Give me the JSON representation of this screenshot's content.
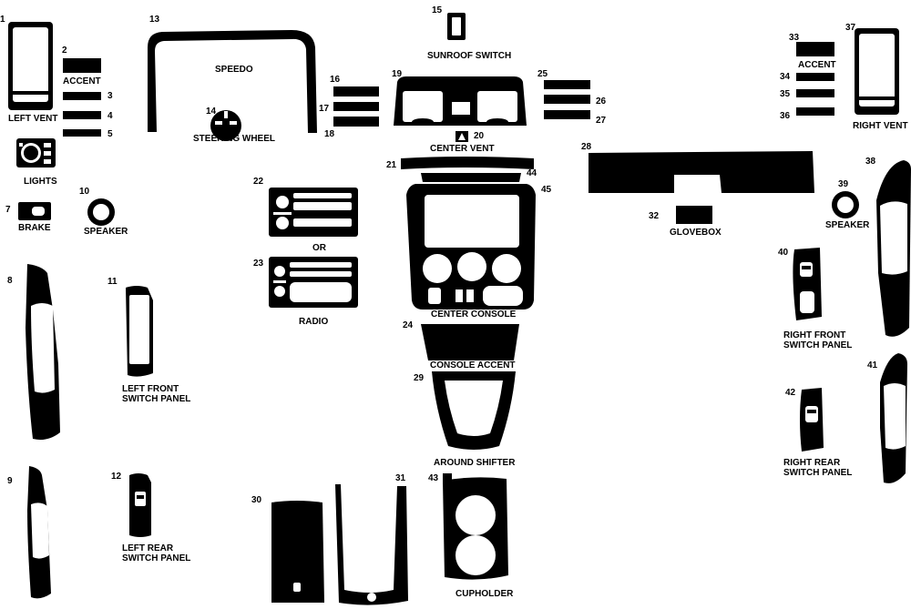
{
  "labels": {
    "left_vent": "LEFT VENT",
    "accent_left": "ACCENT",
    "lights": "LIGHTS",
    "brake": "BRAKE",
    "speaker_left": "SPEAKER",
    "speedo": "SPEEDO",
    "steering_wheel": "STEERING WHEEL",
    "sunroof_switch": "SUNROOF SWITCH",
    "center_vent": "CENTER VENT",
    "or": "OR",
    "radio": "RADIO",
    "center_console": "CENTER CONSOLE",
    "console_accent": "CONSOLE ACCENT",
    "around_shifter": "AROUND SHIFTER",
    "cupholder": "CUPHOLDER",
    "glovebox": "GLOVEBOX",
    "accent_right": "ACCENT",
    "right_vent": "RIGHT VENT",
    "speaker_right": "SPEAKER",
    "left_front_switch_1": "LEFT FRONT",
    "left_front_switch_2": "SWITCH PANEL",
    "left_rear_switch_1": "LEFT REAR",
    "left_rear_switch_2": "SWITCH PANEL",
    "right_front_switch_1": "RIGHT FRONT",
    "right_front_switch_2": "SWITCH PANEL",
    "right_rear_switch_1": "RIGHT REAR",
    "right_rear_switch_2": "SWITCH PANEL"
  },
  "parts": {
    "p1": "1",
    "p2": "2",
    "p3": "3",
    "p4": "4",
    "p5": "5",
    "p7": "7",
    "p8": "8",
    "p9": "9",
    "p10": "10",
    "p11": "11",
    "p12": "12",
    "p13": "13",
    "p14": "14",
    "p15": "15",
    "p16": "16",
    "p17": "17",
    "p18": "18",
    "p19": "19",
    "p20": "20",
    "p21": "21",
    "p22": "22",
    "p23": "23",
    "p24": "24",
    "p25": "25",
    "p26": "26",
    "p27": "27",
    "p28": "28",
    "p29": "29",
    "p30": "30",
    "p31": "31",
    "p32": "32",
    "p33": "33",
    "p34": "34",
    "p35": "35",
    "p36": "36",
    "p37": "37",
    "p38": "38",
    "p39": "39",
    "p40": "40",
    "p41": "41",
    "p42": "42",
    "p43": "43",
    "p44": "44",
    "p45": "45"
  }
}
